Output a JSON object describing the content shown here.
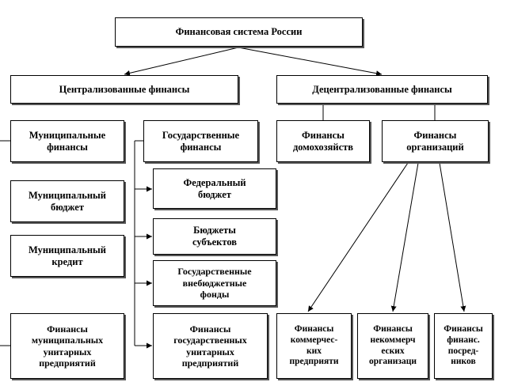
{
  "diagram": {
    "root": "Финансовая система России",
    "centralized": "Централизованные финансы",
    "decentralized": "Децентрализованные финансы",
    "municipal_finance": "Муниципальные\nфинансы",
    "state_finance": "Государственные\nфинансы",
    "household_finance": "Финансы\nдомохозяйств",
    "org_finance": "Финансы\nорганизаций",
    "municipal_budget": "Муниципальный\nбюджет",
    "federal_budget": "Федеральный\nбюджет",
    "subject_budgets": "Бюджеты\nсубъектов",
    "municipal_credit": "Муниципальный\nкредит",
    "extrabudgetary_funds": "Государственные\nвнебюджетные\nфонды",
    "municipal_enterprises": "Финансы\nмуниципальных\nунитарных\nпредприятий",
    "state_enterprises": "Финансы\nгосударственных\nунитарных\nпредприятий",
    "commercial_orgs": "Финансы\nкоммерчес-\nких\nпредприяти",
    "noncommercial_orgs": "Финансы\nнекоммерч\nеских\nорганизаци",
    "financial_intermediaries": "Финансы\nфинанс.\nпосред-\nников"
  }
}
